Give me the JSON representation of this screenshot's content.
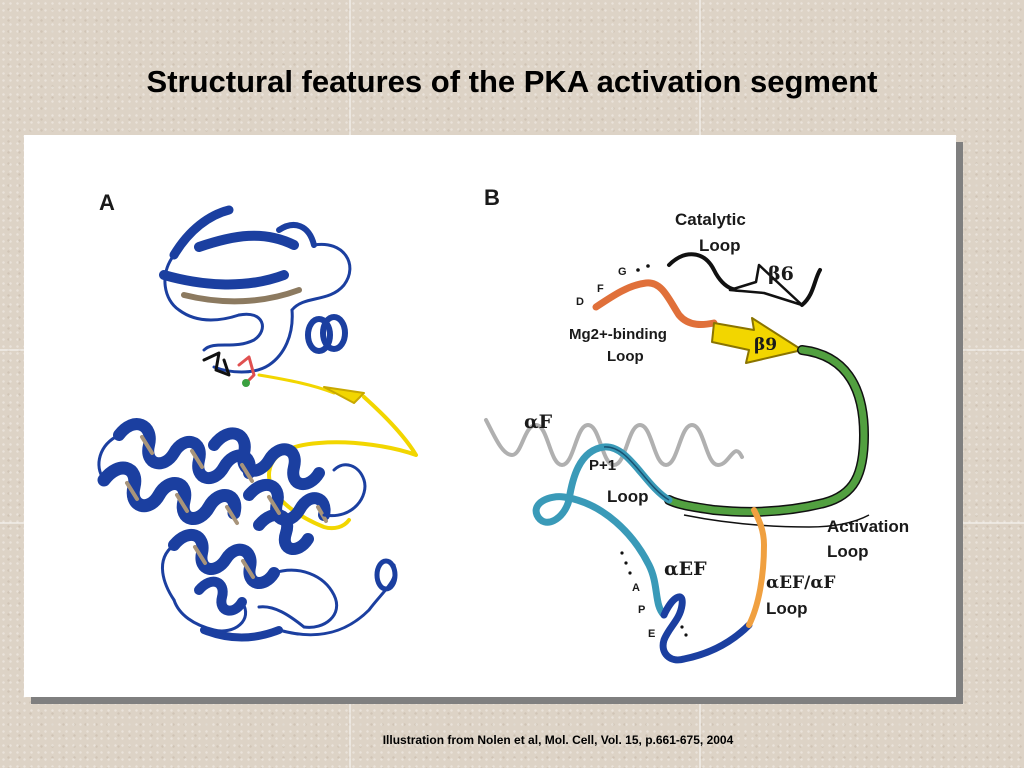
{
  "slide": {
    "title": "Structural features of the PKA activation segment",
    "caption": "Illustration from Nolen et al, Mol. Cell, Vol. 15, p.661-675, 2004"
  },
  "figure": {
    "panel_a": {
      "letter": "A"
    },
    "panel_b": {
      "letter": "B",
      "labels": {
        "catalytic_loop_line1": "Catalytic",
        "catalytic_loop_line2": "Loop",
        "beta6": "β6",
        "beta9": "β9",
        "mg_loop_line1": "Mg2+-binding",
        "mg_loop_line2": "Loop",
        "dfg_d": "D",
        "dfg_f": "F",
        "dfg_g": "G",
        "alpha_f": "αF",
        "p1_loop_line1": "P+1",
        "p1_loop_line2": "Loop",
        "activation_loop_line1": "Activation",
        "activation_loop_line2": "Loop",
        "alpha_ef": "αEF",
        "alpha_ef_af_loop_line1": "αEF/αF",
        "alpha_ef_af_loop_line2": "Loop",
        "ape_a": "A",
        "ape_p": "P",
        "ape_e": "E"
      }
    },
    "colors": {
      "ribbon_blue": "#1b3fa0",
      "highlight_yellow": "#f2d600",
      "mg_loop_orange": "#e0703a",
      "activation_green": "#52a040",
      "p1_teal": "#3a9ab8",
      "ef_loop_orange": "#f0a040",
      "alpha_f_gray": "#b0b0b0"
    }
  }
}
